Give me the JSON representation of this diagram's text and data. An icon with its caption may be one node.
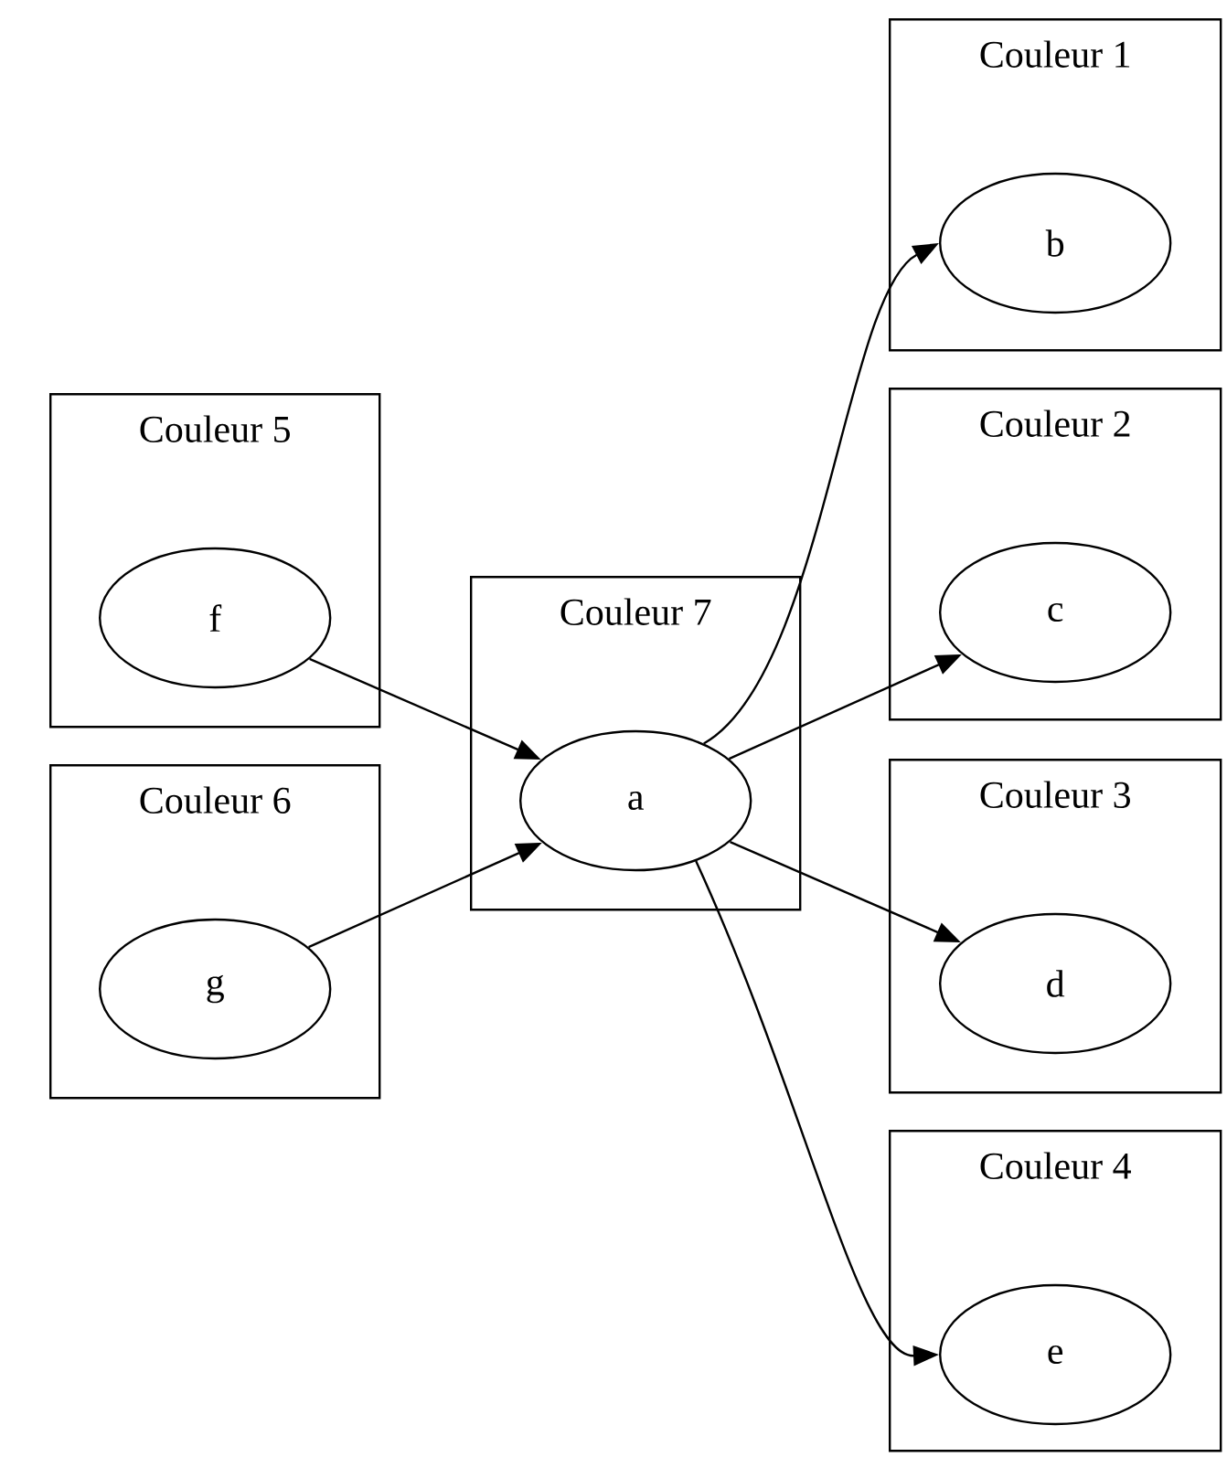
{
  "diagram": {
    "nodes": [
      {
        "text": [
          "Couleur 1"
        ]
      },
      {
        "text": [
          "b"
        ],
        "in": 0
      },
      {
        "text": [
          "Couleur 2"
        ]
      },
      {
        "text": [
          "c"
        ],
        "in": 2
      },
      {
        "text": [
          "Couleur 5"
        ]
      },
      {
        "text": [
          "f"
        ],
        "in": 4
      },
      {
        "text": [
          "Couleur 7"
        ]
      },
      {
        "text": [
          "a"
        ],
        "in": 6
      },
      {
        "text": [
          "Couleur 3"
        ]
      },
      {
        "text": [
          "d"
        ],
        "in": 8
      },
      {
        "text": [
          "Couleur 6"
        ]
      },
      {
        "text": [
          "g"
        ],
        "in": 10
      },
      {
        "text": [
          "Couleur 4"
        ]
      },
      {
        "text": [
          "e"
        ],
        "in": 12
      }
    ],
    "edges": [
      {
        "from": 7,
        "to": 1,
        "arrow": "to"
      },
      {
        "from": 7,
        "to": 3,
        "arrow": "to"
      },
      {
        "from": 5,
        "to": 7,
        "arrow": "to"
      },
      {
        "from": 7,
        "to": 9,
        "arrow": "to"
      },
      {
        "from": 11,
        "to": 7,
        "arrow": "to"
      },
      {
        "from": 7,
        "to": 13,
        "arrow": "to"
      }
    ]
  }
}
